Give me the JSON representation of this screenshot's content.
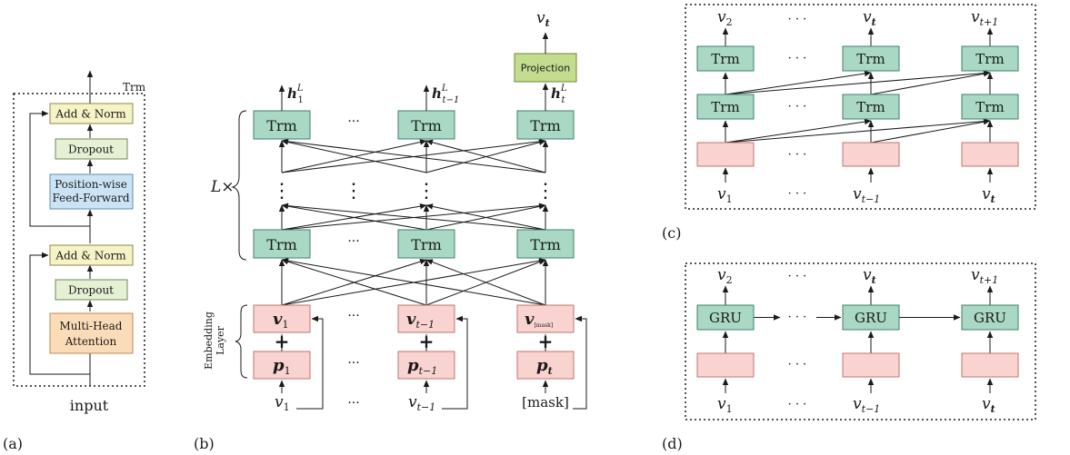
{
  "colors": {
    "trm_fill": "#a9d8c4",
    "trm_stroke": "#3f7f69",
    "emb_fill": "#f8d3cf",
    "emb_stroke": "#c2766e",
    "yellow_fill": "#f6f3c6",
    "yellow_stroke": "#8e8a46",
    "green_fill": "#e6f0d4",
    "green_stroke": "#6f8a52",
    "blue_fill": "#cbe4f5",
    "blue_stroke": "#5d8db3",
    "orange_fill": "#fbdcb8",
    "orange_stroke": "#bc8a4e",
    "proj_fill": "#c3dc8f",
    "proj_stroke": "#6c8a32",
    "line": "#1a1a1a"
  },
  "panel_a": {
    "label": "(a)",
    "trm_tag": "Trm",
    "add_norm_top": "Add & Norm",
    "dropout_top": "Dropout",
    "ffn_line1": "Position-wise",
    "ffn_line2": "Feed-Forward",
    "add_norm_bottom": "Add & Norm",
    "dropout_bottom": "Dropout",
    "mha_line1": "Multi-Head",
    "mha_line2": "Attention",
    "input": "input"
  },
  "panel_b": {
    "label": "(b)",
    "trm": "Trm",
    "dots": "···",
    "vdots": "⋮",
    "repeat": "L×",
    "projection": "Projection",
    "output": "v",
    "output_sub": "t",
    "h1_main": "h",
    "h1_sup": "L",
    "h1_sub": "1",
    "h2_main": "h",
    "h2_sup": "L",
    "h2_sub": "t−1",
    "h3_main": "h",
    "h3_sup": "L",
    "h3_sub": "t",
    "embedding_line1": "Embedding",
    "embedding_line2": "Layer",
    "v1_main": "v",
    "v1_sub": "1",
    "v2_main": "v",
    "v2_sub": "t−1",
    "v3_main": "v",
    "v3_sub": "[mask]",
    "p1_main": "p",
    "p1_sub": "1",
    "p2_main": "p",
    "p2_sub": "t−1",
    "p3_main": "p",
    "p3_sub": "t",
    "plus": "+",
    "in1_main": "v",
    "in1_sub": "1",
    "in2_main": "v",
    "in2_sub": "t−1",
    "in3": "[mask]"
  },
  "panel_c": {
    "label": "(c)",
    "trm": "Trm",
    "dots": "· · ·",
    "out1_main": "v",
    "out1_sub": "2",
    "out2_main": "v",
    "out2_sub": "t",
    "out3_main": "v",
    "out3_sub": "t+1",
    "in1_main": "v",
    "in1_sub": "1",
    "in2_main": "v",
    "in2_sub": "t−1",
    "in3_main": "v",
    "in3_sub": "t"
  },
  "panel_d": {
    "label": "(d)",
    "gru": "GRU",
    "dots": "· · ·",
    "out1_main": "v",
    "out1_sub": "2",
    "out2_main": "v",
    "out2_sub": "t",
    "out3_main": "v",
    "out3_sub": "t+1",
    "in1_main": "v",
    "in1_sub": "1",
    "in2_main": "v",
    "in2_sub": "t−1",
    "in3_main": "v",
    "in3_sub": "t"
  }
}
